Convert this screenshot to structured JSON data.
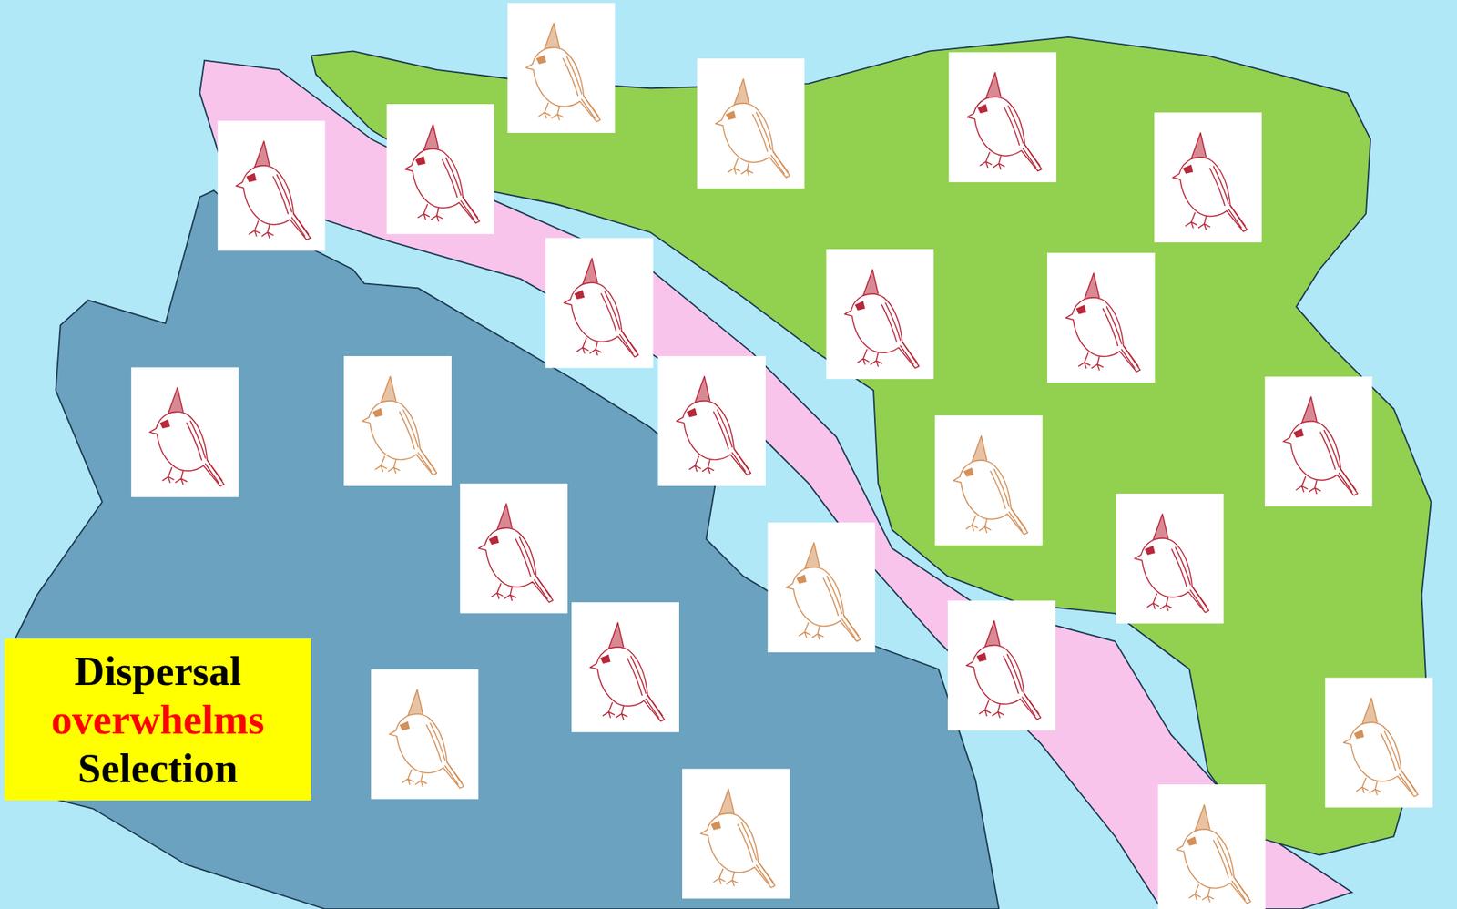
{
  "diagram": {
    "nodes": [
      {
        "text": [
          "Dispersal",
          "overwhelms",
          "Selection"
        ]
      }
    ]
  }
}
